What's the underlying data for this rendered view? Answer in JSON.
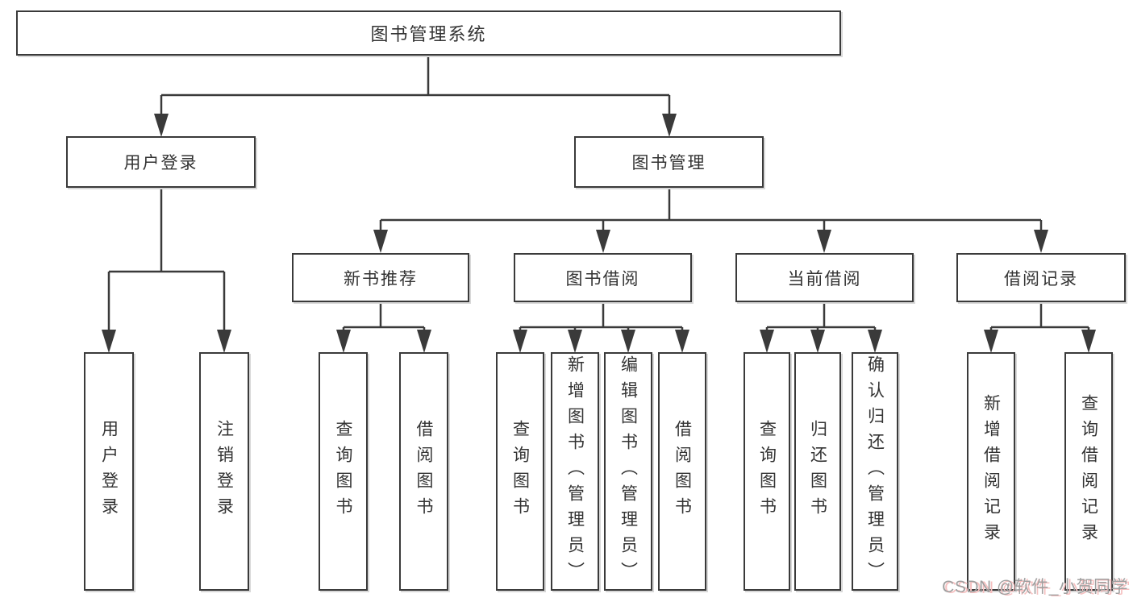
{
  "tree": {
    "label": "图书管理系统",
    "children": [
      {
        "label": "用户登录",
        "children": [
          {
            "label": "用户登录"
          },
          {
            "label": "注销登录"
          }
        ]
      },
      {
        "label": "图书管理",
        "children": [
          {
            "label": "新书推荐",
            "children": [
              {
                "label": "查询图书"
              },
              {
                "label": "借阅图书"
              }
            ]
          },
          {
            "label": "图书借阅",
            "children": [
              {
                "label": "查询图书"
              },
              {
                "label": "新增图书（管理员）"
              },
              {
                "label": "编辑图书（管理员）"
              },
              {
                "label": "借阅图书"
              }
            ]
          },
          {
            "label": "当前借阅",
            "children": [
              {
                "label": "查询图书"
              },
              {
                "label": "归还图书"
              },
              {
                "label": "确认归还（管理员）"
              }
            ]
          },
          {
            "label": "借阅记录",
            "children": [
              {
                "label": "新增借阅记录"
              },
              {
                "label": "查询借阅记录"
              }
            ]
          }
        ]
      }
    ]
  },
  "watermark": {
    "text": "CSDN @软件_小贺同学"
  },
  "colors": {
    "line": "#3a3a3a",
    "text": "#333333",
    "background": "#ffffff",
    "watermark": "#a0a0a0",
    "watermark_shadow": "#f6c0c0"
  }
}
